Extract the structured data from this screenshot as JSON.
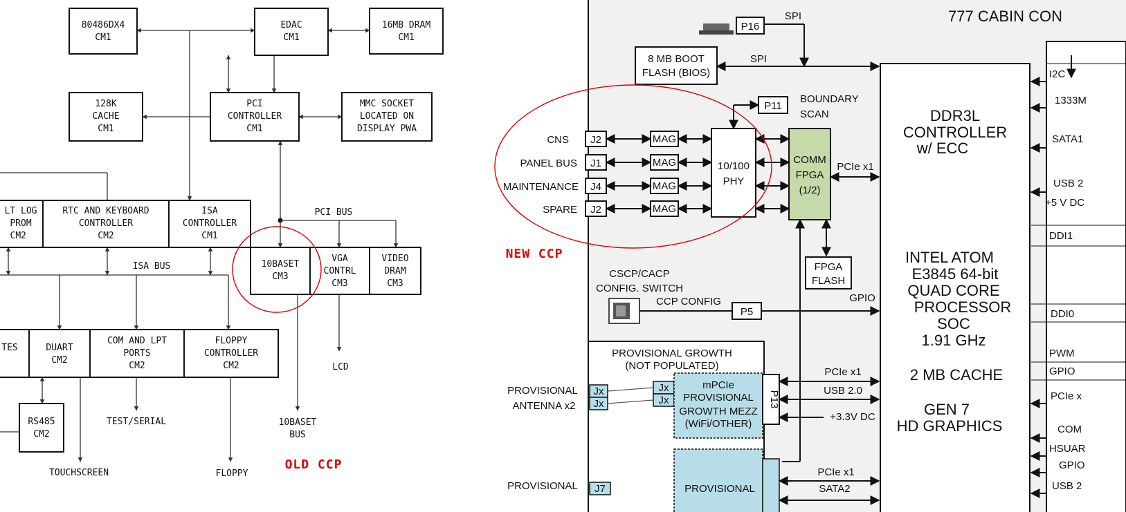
{
  "left_diagram": {
    "blocks": {
      "cpu": [
        "80486DX4",
        "CM1"
      ],
      "edac": [
        "EDAC",
        "CM1"
      ],
      "dram": [
        "16MB DRAM",
        "CM1"
      ],
      "cache": [
        "128K",
        "CACHE",
        "CM1"
      ],
      "pci_ctrl": [
        "PCI",
        "CONTROLLER",
        "CM1"
      ],
      "mmc": [
        "MMC SOCKET",
        "LOCATED ON",
        "DISPLAY PWA"
      ],
      "flt_log": [
        "LT LOG",
        "PROM",
        "CM2"
      ],
      "rtc": [
        "RTC AND KEYBOARD",
        "CONTROLLER",
        "CM2"
      ],
      "isa_ctrl": [
        "ISA",
        "CONTROLLER",
        "CM1"
      ],
      "tenbaset": [
        "10BASET",
        "CM3"
      ],
      "vga": [
        "VGA",
        "CONTRL",
        "CM3"
      ],
      "video_dram": [
        "VIDEO",
        "DRAM",
        "CM3"
      ],
      "tes": [
        "TES"
      ],
      "duart": [
        "DUART",
        "CM2"
      ],
      "com_lpt": [
        "COM AND LPT",
        "PORTS",
        "CM2"
      ],
      "floppy_ctrl": [
        "FLOPPY",
        "CONTROLLER",
        "CM2"
      ],
      "rs485": [
        "RS485",
        "CM2"
      ]
    },
    "labels": {
      "pci_bus": "PCI BUS",
      "isa_bus": "ISA BUS",
      "lcd": "LCD",
      "tenbaset_bus": [
        "10BASET",
        "BUS"
      ],
      "test_serial": "TEST/SERIAL",
      "touchscreen": "TOUCHSCREEN",
      "floppy": "FLOPPY"
    },
    "caption": "OLD CCP"
  },
  "right_diagram": {
    "title": "777 CABIN CON",
    "caption": "NEW CCP",
    "colors": {
      "comm_fpga": "#c6d9a8",
      "provisional": "#b7dde8",
      "callout": "#e00000"
    },
    "labels": {
      "p16": "P16",
      "spi_top": "SPI",
      "spi_mid": "SPI",
      "boot_flash": [
        "8 MB BOOT",
        "FLASH (BIOS)"
      ],
      "p11": "P11",
      "boundary_scan": [
        "BOUNDARY",
        "SCAN"
      ],
      "ports": [
        {
          "name": "CNS",
          "jack": "J2"
        },
        {
          "name": "PANEL BUS",
          "jack": "J1"
        },
        {
          "name": "MAINTENANCE",
          "jack": "J4"
        },
        {
          "name": "SPARE",
          "jack": "J2"
        }
      ],
      "mag": "MAG",
      "phy": [
        "10/100",
        "PHY"
      ],
      "comm_fpga": [
        "COMM",
        "FPGA",
        "(1/2)"
      ],
      "pcie_x1": "PCIe x1",
      "fpga_flash": [
        "FPGA",
        "FLASH"
      ],
      "cscp": [
        "CSCP/CACP",
        "CONFIG. SWITCH"
      ],
      "ccp_config": "CCP CONFIG",
      "p5": "P5",
      "gpio": "GPIO",
      "prov_growth": [
        "PROVISIONAL GROWTH",
        "(NOT POPULATED)"
      ],
      "prov_antenna": [
        "PROVISIONAL",
        "ANTENNA x2"
      ],
      "jx": "Jx",
      "mpcie": [
        "mPCIe",
        "PROVISIONAL",
        "GROWTH MEZZ",
        "(WiFi/OTHER)"
      ],
      "p13": "P13",
      "pcie_x1_b": "PCIe x1",
      "usb20": "USB 2.0",
      "v33": "+3.3V DC",
      "prov_bottom": "PROVISIONAL",
      "j7": "J7",
      "prov_block_bottom": "PROVISIONAL",
      "pcie_x1_c": "PCIe x1",
      "sata2": "SATA2",
      "soc": {
        "ddr": [
          "DDR3L",
          "CONTROLLER",
          "w/ ECC"
        ],
        "cpu": [
          "INTEL ATOM",
          "E3845  64-bit",
          "QUAD CORE",
          "PROCESSOR",
          "SOC",
          "1.91 GHz"
        ],
        "cache": "2 MB CACHE",
        "gfx": [
          "GEN 7",
          "HD GRAPHICS"
        ]
      },
      "right_edge": [
        "I2C",
        "1333M",
        "SATA1",
        "USB 2",
        "+5 V DC",
        "DDI1",
        "DDI0",
        "PWM",
        "GPIO",
        "PCIe x",
        "COM",
        "HSUAR",
        "GPIO",
        "USB 2"
      ]
    }
  }
}
